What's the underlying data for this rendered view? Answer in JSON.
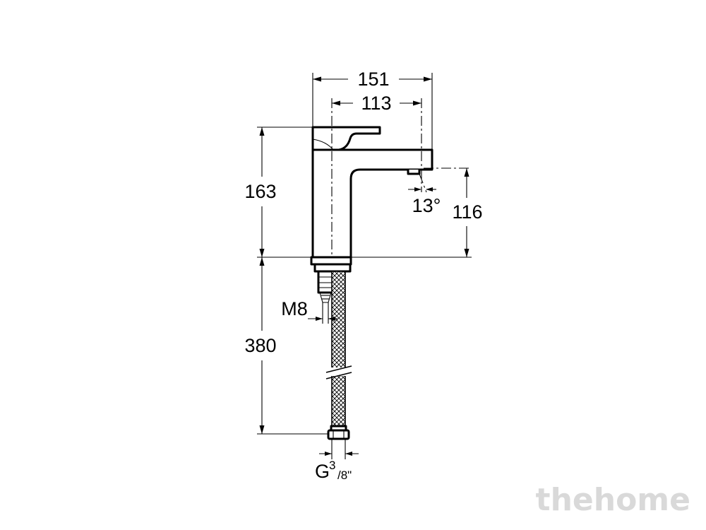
{
  "dimensions": {
    "width_total": "151",
    "width_spout": "113",
    "height_total": "163",
    "height_spout": "116",
    "angle": "13°",
    "thread_stud": "M8",
    "hose_length": "380",
    "hose_thread_prefix": "G",
    "hose_thread_num": "3",
    "hose_thread_den": "/8\""
  },
  "watermark": "thehome"
}
